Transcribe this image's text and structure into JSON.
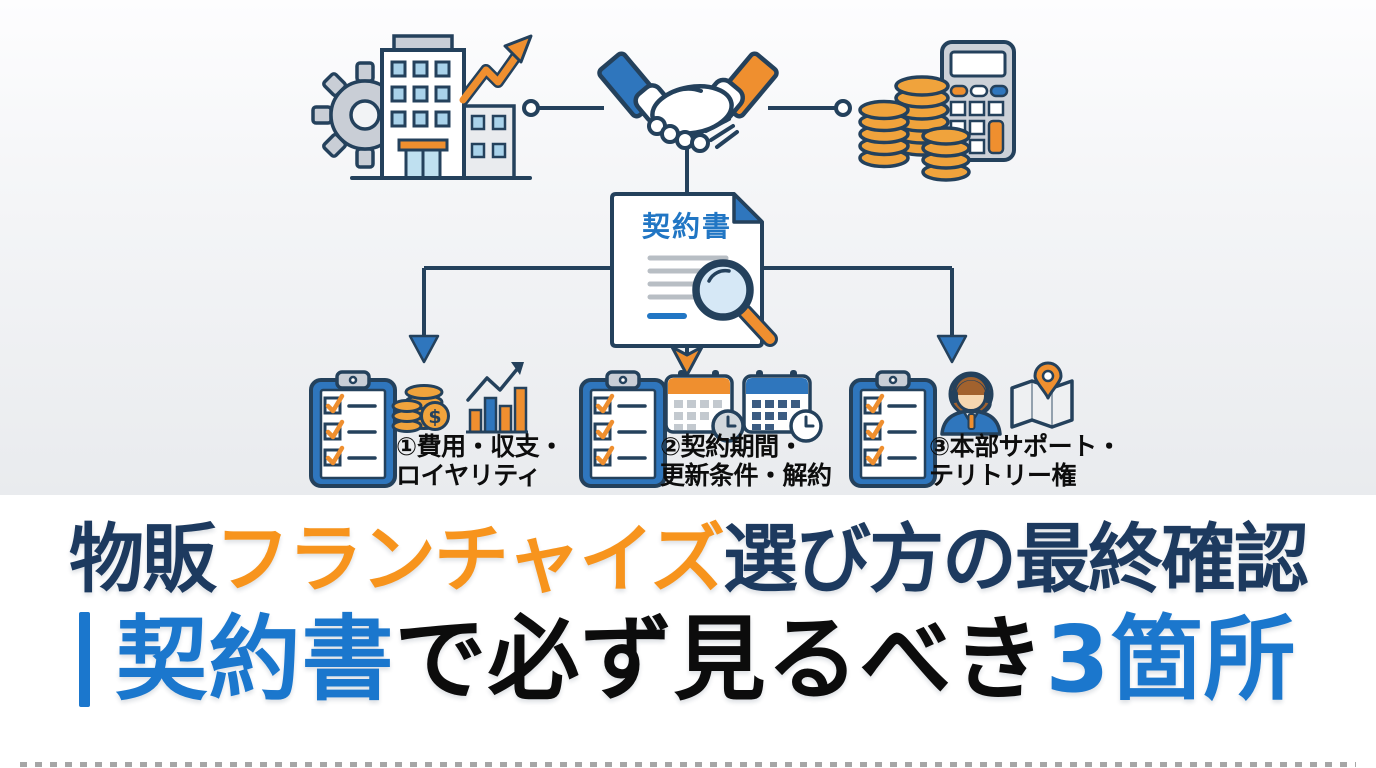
{
  "illustration": {
    "contract_document_label": "契約書",
    "dollar_sign": "$",
    "top_icons": [
      "building-growth",
      "handshake-agreement",
      "coins-calculator"
    ],
    "flow": "handshake connects to contract document, contract branches into 3 checkpoints"
  },
  "checkpoints": [
    {
      "line1": "①費用・収支・",
      "line2": "ロイヤリティ",
      "icons": [
        "checklist-clipboard",
        "coins-dollar",
        "bar-chart-growth"
      ]
    },
    {
      "line1": "②契約期間・",
      "line2": "更新条件・解約",
      "icons": [
        "checklist-clipboard",
        "calendar-clock-orange",
        "calendar-clock-blue"
      ]
    },
    {
      "line1": "③本部サポート・",
      "line2": "テリトリー権",
      "icons": [
        "checklist-clipboard",
        "support-operator",
        "map-pin"
      ]
    }
  ],
  "title": {
    "line1": {
      "seg1": "物販",
      "seg2": "フランチャイズ",
      "seg3": "選び方の最終確認"
    },
    "line2": {
      "bar": "｜",
      "seg1": "契約書",
      "seg2": "で必ず見るべき",
      "seg3": "3箇所"
    }
  },
  "colors": {
    "navy_title": "#1d3a5f",
    "orange_accent": "#f7941d",
    "blue_accent": "#1b77cd",
    "black_text": "#0c0c0c",
    "outline_navy": "#24415c",
    "icon_orange": "#ef8f2f",
    "icon_blue": "#2f76bd",
    "light_blue": "#a9d2ea",
    "gray_light": "#c9ced6"
  }
}
